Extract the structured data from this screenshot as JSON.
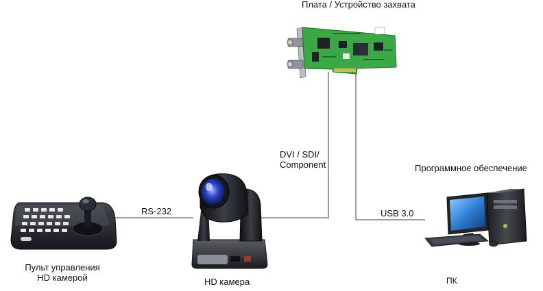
{
  "labels": {
    "capture_card": "Плата / Устройство захвата",
    "video_link_line1": "DVI / SDI/",
    "video_link_line2": "Component",
    "software": "Программное обеспечение",
    "usb_link": "USB 3.0",
    "serial_link": "RS-232",
    "controller_line1": "Пульт управления",
    "controller_line2": "HD камерой",
    "camera": "HD камера",
    "pc": "ПК"
  },
  "colors": {
    "line": "#666666",
    "pcb_green": "#3aa845",
    "pcb_dark": "#1d6e2a",
    "metal": "#9aa0a6",
    "camera_body": "#1f2326",
    "camera_lens": "#2a44c8",
    "controller_body": "#2b2e33",
    "pc_body": "#2c2f33",
    "screen": "#2f7fd6"
  },
  "icons": {
    "capture_card": "capture-card-icon",
    "camera": "ptz-camera-icon",
    "controller": "joystick-controller-icon",
    "pc": "desktop-pc-icon"
  }
}
